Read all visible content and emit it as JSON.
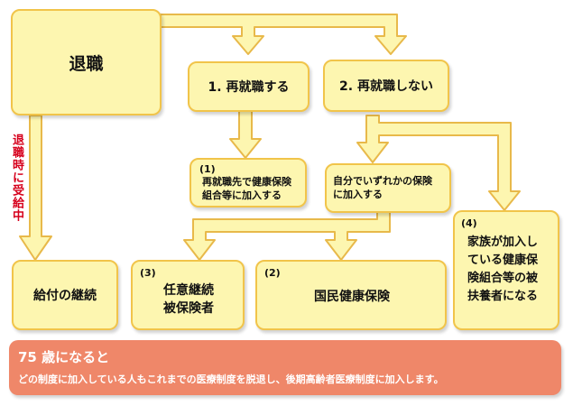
{
  "nodes": {
    "retire": "退職",
    "rehire": "1. 再就職する",
    "no_rehire": "2. 再就職しない",
    "join_new_employer": {
      "num": "(1)",
      "text": "再就職先で健康保険\n組合等に加入する"
    },
    "choose_insurance": "自分でいずれかの保険\nに加入する",
    "family_dependent": {
      "num": "(4)",
      "text": "家族が加入し\nている健康保\n険組合等の被\n扶養者になる"
    },
    "continue_benefit": "給付の継続",
    "voluntary": {
      "num": "(3)",
      "text": "任意継続\n被保険者"
    },
    "national": {
      "num": "(2)",
      "text": "国民健康保険"
    }
  },
  "side_label": "退職時に受給中",
  "banner": {
    "title": "75 歳になると",
    "desc": "どの制度に加入している人もこれまでの医療制度を脱退し、後期高齢者医療制度に加入します。"
  },
  "colors": {
    "box_fill": "#fdf6b0",
    "box_border": "#f1c44a",
    "side_label": "#d6001c",
    "banner": "#ef8769"
  }
}
